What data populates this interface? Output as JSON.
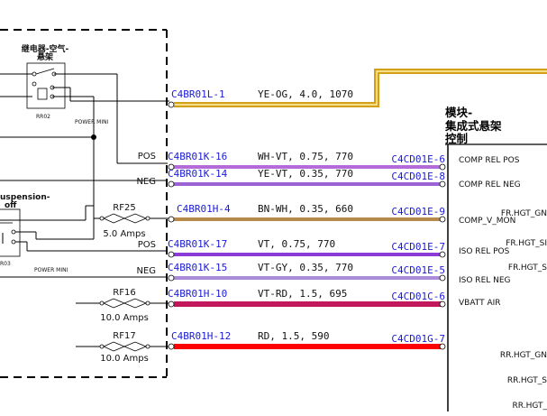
{
  "relay_top": {
    "title_line1": "继电器-空气-",
    "title_line2": "悬架",
    "id": "RR02"
  },
  "relay_bottom": {
    "title_line1": "uspension-",
    "title_line2": "off",
    "id": "R03"
  },
  "power_mini_1": "POWER MINI",
  "power_mini_2": "POWER MINI",
  "fuses": [
    {
      "id": "RF25",
      "rating": "5.0 Amps"
    },
    {
      "id": "RF16",
      "rating": "10.0 Amps"
    },
    {
      "id": "RF17",
      "rating": "10.0 Amps"
    }
  ],
  "side_labels": {
    "pos1": "POS",
    "neg1": "NEG",
    "pos2": "POS",
    "neg2": "NEG"
  },
  "wires": [
    {
      "from": "C4BR01L-1",
      "spec": "YE-OG, 4.0, 1070",
      "to": "",
      "color": "#d4a017"
    },
    {
      "from": "C4BR01K-16",
      "spec": "WH-VT, 0.75, 770",
      "to": "C4CD01E-6",
      "color": "#b36bd9"
    },
    {
      "from": "C4BR01K-14",
      "spec": "YE-VT, 0.35, 770",
      "to": "C4CD01E-8",
      "color": "#9a62d2"
    },
    {
      "from": "C4BR01H-4",
      "spec": "BN-WH, 0.35, 660",
      "to": "C4CD01E-9",
      "color": "#b58a4a"
    },
    {
      "from": "C4BR01K-17",
      "spec": "VT, 0.75, 770",
      "to": "C4CD01E-7",
      "color": "#8a3bd8"
    },
    {
      "from": "C4BR01K-15",
      "spec": "VT-GY, 0.35, 770",
      "to": "C4CD01E-5",
      "color": "#a98bd8"
    },
    {
      "from": "C4BR01H-10",
      "spec": "VT-RD, 1.5, 695",
      "to": "C4CD01C-6",
      "color": "#c2185b"
    },
    {
      "from": "C4BR01H-12",
      "spec": "RD, 1.5, 590",
      "to": "C4CD01G-7",
      "color": "#ff0000"
    }
  ],
  "module": {
    "title_line1": "模块-",
    "title_line2": "集成式悬架",
    "title_line3": "控制",
    "pins": [
      "COMP REL POS",
      "COMP REL NEG",
      "COMP_V_MON",
      "ISO REL POS",
      "ISO REL NEG",
      "VBATT AIR"
    ],
    "right_pins": [
      "FR.HGT_GN",
      "FR.HGT_SI",
      "FR.HGT_S",
      "RR.HGT_GN",
      "RR.HGT_S",
      "RR.HGT_"
    ]
  }
}
